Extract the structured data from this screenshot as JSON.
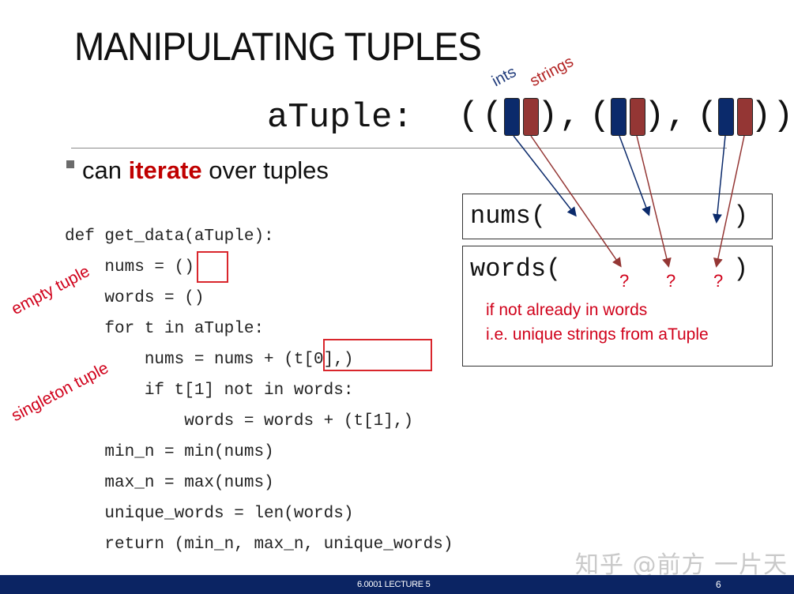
{
  "slide": {
    "title": "MANIPULATING TUPLES",
    "atuple_label": "aTuple:",
    "paren_open_outer": "(",
    "paren_close_outer": ")",
    "paren_open": "(",
    "paren_close": ")",
    "comma": ",",
    "elem_labels": {
      "ints": "ints",
      "strings": "strings"
    },
    "bullet": {
      "pre": "can ",
      "highlight": "iterate",
      "post": " over tuples"
    },
    "code_lines": [
      "def get_data(aTuple):",
      "    nums = ()",
      "    words = ()",
      "    for t in aTuple:",
      "        nums = nums + (t[0],)",
      "        if t[1] not in words:",
      "            words = words + (t[1],)",
      "    min_n = min(nums)",
      "    max_n = max(nums)",
      "    unique_words = len(words)",
      "    return (min_n, max_n, unique_words)"
    ],
    "annotations": {
      "empty_tuple": "empty tuple",
      "singleton_tuple": "singleton tuple"
    },
    "nums_box": {
      "label": "nums(",
      "close": ")"
    },
    "words_box": {
      "label": "words(",
      "close": ")",
      "placeholders": [
        "?",
        "?",
        "?"
      ],
      "note_line1": "if not already in words",
      "note_line2": "i.e. unique strings from aTuple"
    },
    "colors": {
      "int_elem": "#0b2a6b",
      "str_elem": "#943634",
      "highlight_red": "#c00000",
      "annotation_red": "#d0021b",
      "footer_bg": "#0b2463"
    }
  },
  "watermark": "知乎 @前方 一片天",
  "footer": {
    "course": "6.0001 LECTURE 5",
    "page": "6"
  }
}
